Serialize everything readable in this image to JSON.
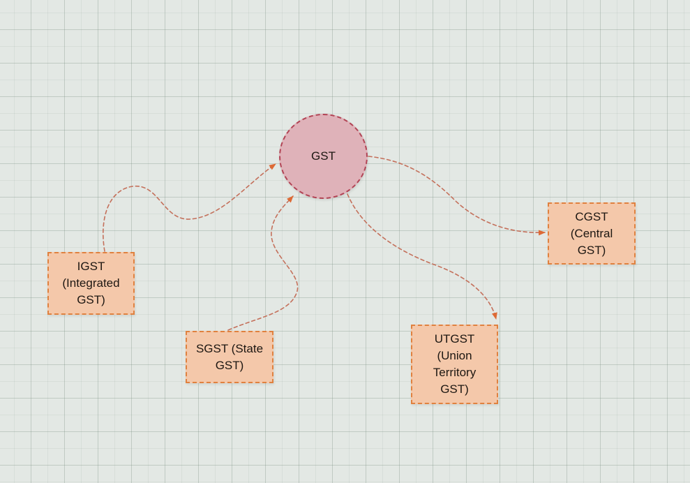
{
  "theme": {
    "canvas-bg": "#e3e8e4",
    "grid-minor": "rgba(110,135,118,0.10)",
    "grid-major": "rgba(110,135,118,0.22)",
    "circle-fill": "#dfb2b9",
    "circle-border": "#b24455",
    "box-fill": "#f4c8aa",
    "box-border": "#e0813f",
    "edge-color": "#c4705b",
    "arrow-color": "#dd6a35",
    "text-color": "#1d1712"
  },
  "nodes": {
    "gst": {
      "shape": "ellipse",
      "label": "GST",
      "lines": [
        "GST"
      ]
    },
    "igst": {
      "shape": "rectangle",
      "label": "IGST (Integrated GST)",
      "lines": [
        "IGST",
        "(Integrated",
        "GST)"
      ]
    },
    "sgst": {
      "shape": "rectangle",
      "label": "SGST (State GST)",
      "lines": [
        "SGST (State",
        "GST)"
      ]
    },
    "utgst": {
      "shape": "rectangle",
      "label": "UTGST (Union Territory GST)",
      "lines": [
        "UTGST",
        "(Union",
        "Territory",
        "GST)"
      ]
    },
    "cgst": {
      "shape": "rectangle",
      "label": "CGST (Central GST)",
      "lines": [
        "CGST",
        "(Central",
        "GST)"
      ]
    }
  },
  "edges": [
    {
      "from": "IGST (Integrated GST)",
      "to": "GST",
      "style": "dashed curved arrow"
    },
    {
      "from": "SGST (State GST)",
      "to": "GST",
      "style": "dashed curved arrow"
    },
    {
      "from": "GST",
      "to": "CGST (Central GST)",
      "style": "dashed curved arrow"
    },
    {
      "from": "GST",
      "to": "UTGST (Union Territory GST)",
      "style": "dashed curved arrow"
    }
  ]
}
